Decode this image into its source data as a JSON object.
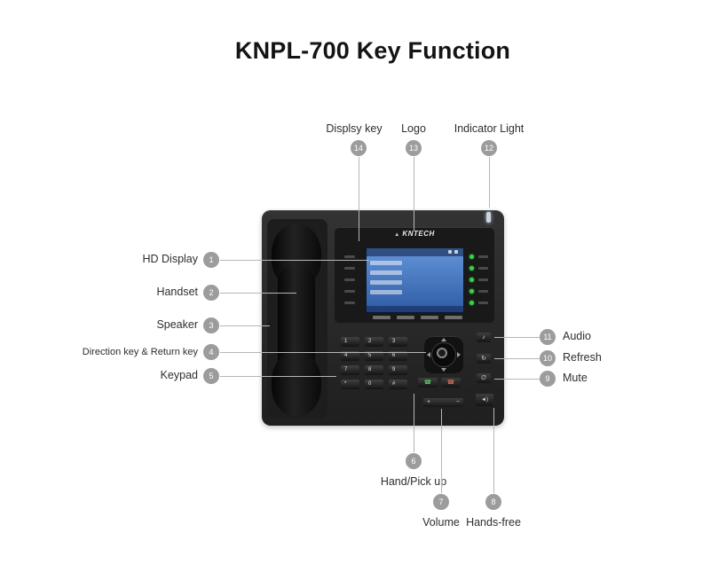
{
  "title": "KNPL-700 Key Function",
  "phone": {
    "brand": "KNTECH",
    "keypad_keys": [
      "1",
      "2",
      "3",
      "4",
      "5",
      "6",
      "7",
      "8",
      "9",
      "*",
      "0",
      "#"
    ],
    "volume_plus": "+",
    "volume_minus": "−"
  },
  "icons": {
    "logo_mark": "▲",
    "pickup_glyph": "☎",
    "hangup_glyph": "☎",
    "audio_glyph": "♪",
    "refresh_glyph": "↻",
    "mute_glyph": "∅",
    "handsfree_glyph": "◄)"
  },
  "colors": {
    "callout_circle": "#9c9c9c",
    "phone_body": "#2a2a2a",
    "screen_blue": "#3f6fb0",
    "led_green": "#39d247"
  },
  "callouts": {
    "c1": {
      "num": "1",
      "label": "HD Display"
    },
    "c2": {
      "num": "2",
      "label": "Handset"
    },
    "c3": {
      "num": "3",
      "label": "Speaker"
    },
    "c4": {
      "num": "4",
      "label": "Direction key & Return key"
    },
    "c5": {
      "num": "5",
      "label": "Keypad"
    },
    "c6": {
      "num": "6",
      "label": "Hand/Pick up"
    },
    "c7": {
      "num": "7",
      "label": "Volume"
    },
    "c8": {
      "num": "8",
      "label": "Hands-free"
    },
    "c9": {
      "num": "9",
      "label": "Mute"
    },
    "c10": {
      "num": "10",
      "label": "Refresh"
    },
    "c11": {
      "num": "11",
      "label": "Audio"
    },
    "c12": {
      "num": "12",
      "label": "Indicator Light"
    },
    "c13": {
      "num": "13",
      "label": "Logo"
    },
    "c14": {
      "num": "14",
      "label": "Displsy key"
    }
  }
}
